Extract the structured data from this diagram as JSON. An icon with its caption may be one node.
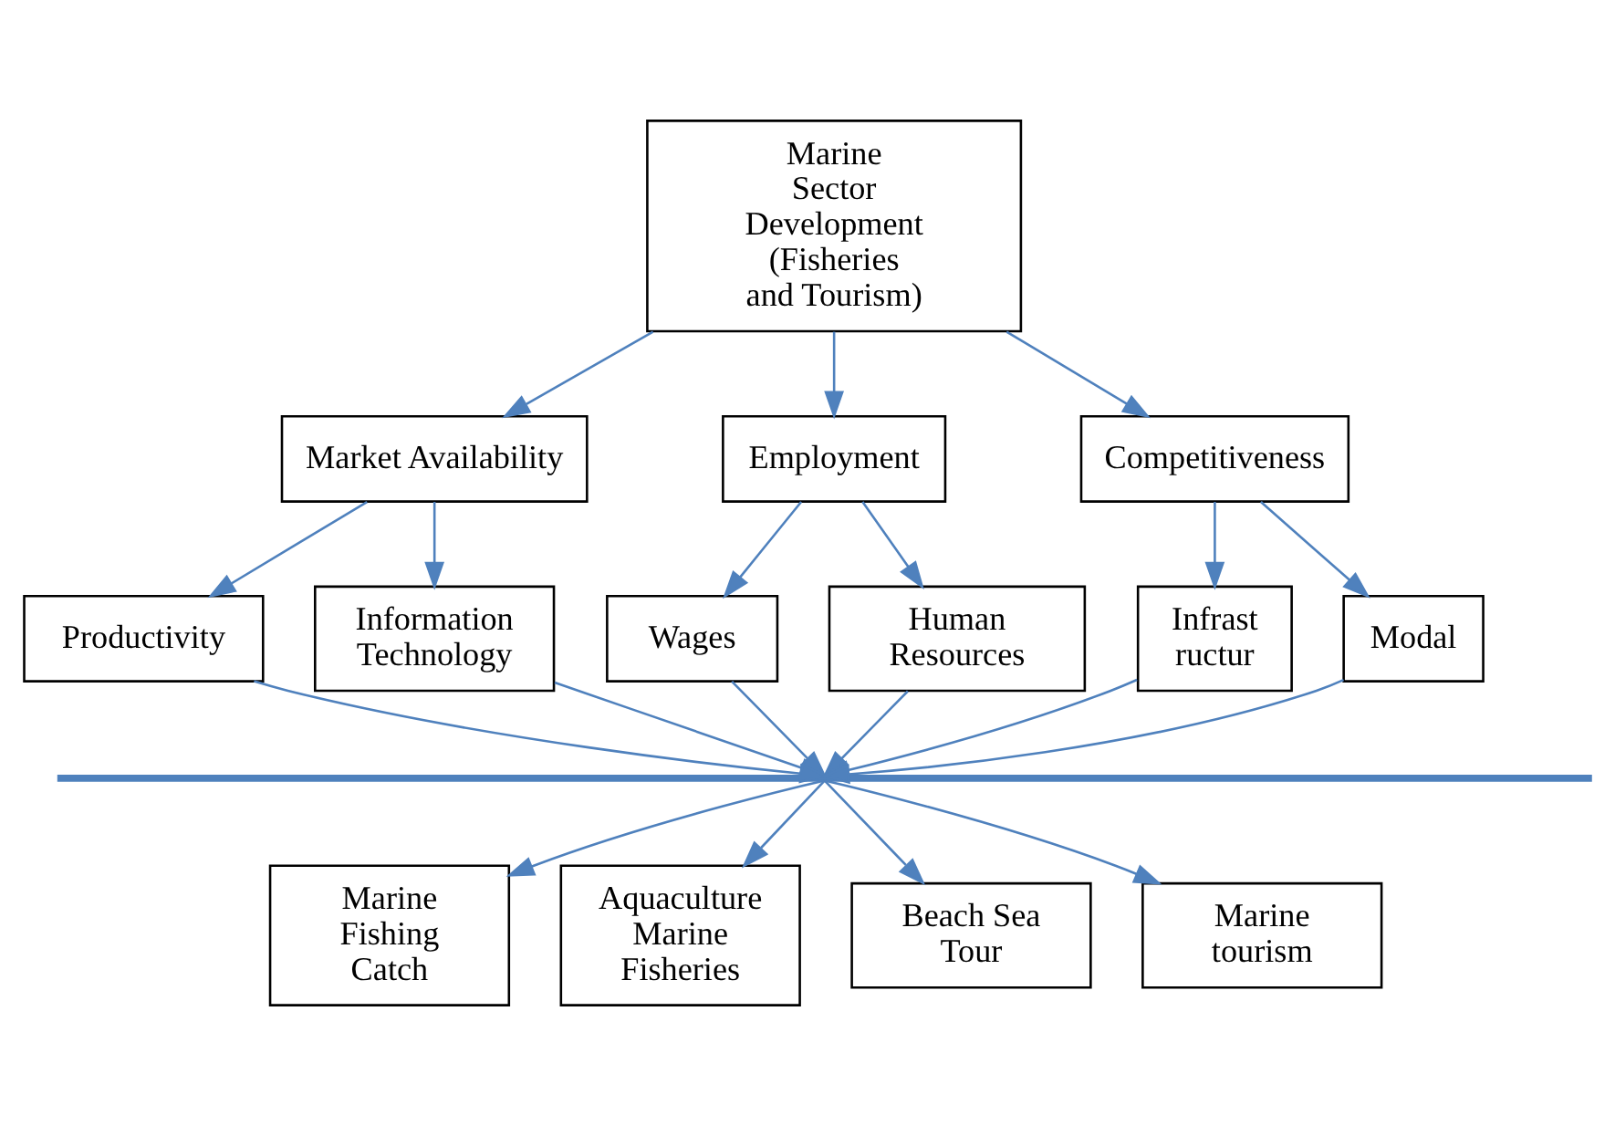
{
  "diagram": {
    "nodes": [
      {
        "text": [
          "Marine Sector Development (Fisheries and Tourism)"
        ]
      },
      {
        "text": [
          "Market Availability"
        ]
      },
      {
        "text": [
          "Employment"
        ]
      },
      {
        "text": [
          "Competitiveness"
        ]
      },
      {
        "text": [
          "Productivity"
        ]
      },
      {
        "text": [
          "Information Technology"
        ]
      },
      {
        "text": [
          "Wages"
        ]
      },
      {
        "text": [
          "Human Resources"
        ]
      },
      {
        "text": [
          "Infrast ructur"
        ]
      },
      {
        "text": [
          "Modal"
        ]
      },
      {
        "text": [],
        "shape": "bar"
      },
      {
        "text": [
          "Marine Fishing Catch"
        ]
      },
      {
        "text": [
          "Aquaculture Marine Fisheries"
        ]
      },
      {
        "text": [
          "Beach Sea Tour"
        ]
      },
      {
        "text": [
          "Marine tourism"
        ]
      }
    ],
    "edges": [
      {
        "from": 0,
        "to": 1,
        "arrow": "to"
      },
      {
        "from": 0,
        "to": 2,
        "arrow": "to"
      },
      {
        "from": 0,
        "to": 3,
        "arrow": "to"
      },
      {
        "from": 1,
        "to": 4,
        "arrow": "to"
      },
      {
        "from": 1,
        "to": 5,
        "arrow": "to"
      },
      {
        "from": 2,
        "to": 6,
        "arrow": "to"
      },
      {
        "from": 2,
        "to": 7,
        "arrow": "to"
      },
      {
        "from": 3,
        "to": 8,
        "arrow": "to"
      },
      {
        "from": 3,
        "to": 9,
        "arrow": "to"
      },
      {
        "from": 4,
        "to": 10,
        "arrow": "to"
      },
      {
        "from": 5,
        "to": 10,
        "arrow": "to"
      },
      {
        "from": 6,
        "to": 10,
        "arrow": "to"
      },
      {
        "from": 7,
        "to": 10,
        "arrow": "to"
      },
      {
        "from": 8,
        "to": 10,
        "arrow": "to"
      },
      {
        "from": 9,
        "to": 10,
        "arrow": "to"
      },
      {
        "from": 10,
        "to": 11,
        "arrow": "to"
      },
      {
        "from": 10,
        "to": 12,
        "arrow": "to"
      },
      {
        "from": 10,
        "to": 13,
        "arrow": "to"
      },
      {
        "from": 10,
        "to": 14,
        "arrow": "to"
      }
    ]
  }
}
